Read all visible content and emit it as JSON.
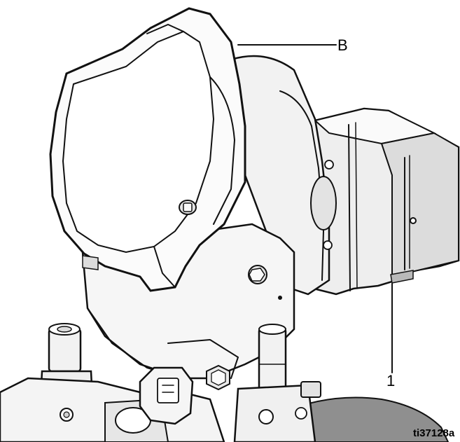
{
  "callouts": {
    "b": "B",
    "one": "1"
  },
  "figure_id": "ti37128a",
  "colors": {
    "outline": "#111111",
    "body": "#f7f7f7",
    "shade": "#dcdcdc",
    "dark_shade": "#b9b9b9",
    "base": "#8f8f8f"
  }
}
